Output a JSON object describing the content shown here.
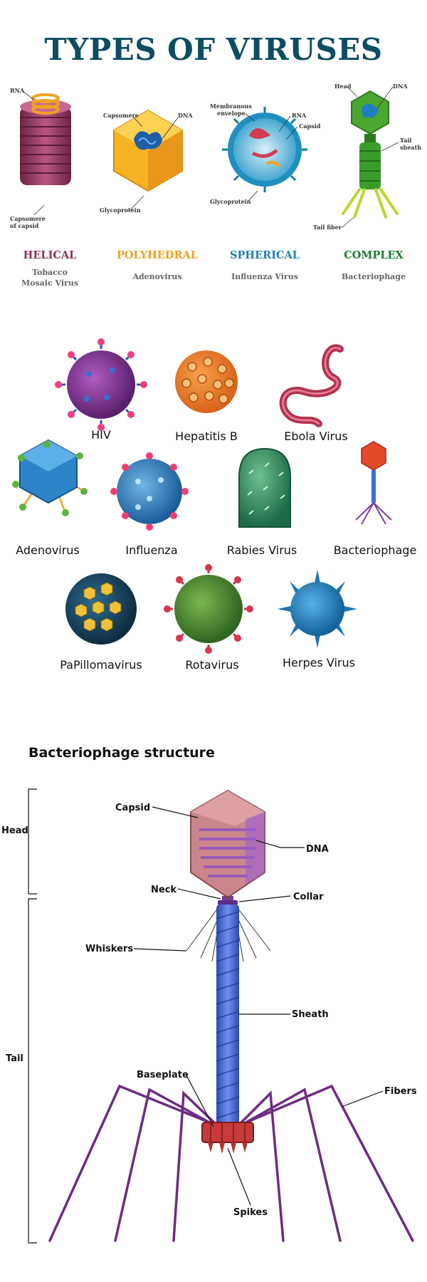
{
  "title": "TYPES OF VIRUSES",
  "types": [
    {
      "name": "HELICAL",
      "color": "#8a2f5c",
      "example": [
        "Tobacco",
        "Mosaic Virus"
      ],
      "labels": [
        "RNA",
        "Capsomere",
        "of capsid"
      ]
    },
    {
      "name": "POLYHEDRAL",
      "color": "#f0a020",
      "example": [
        "Adenovirus"
      ],
      "labels": [
        "Capsomere",
        "DNA",
        "Glycoprotein"
      ]
    },
    {
      "name": "SPHERICAL",
      "color": "#1e7fb0",
      "example": [
        "Influenza Virus"
      ],
      "labels": [
        "Membranous",
        "envelope",
        "RNA",
        "Capsid",
        "Glycoprotein"
      ]
    },
    {
      "name": "COMPLEX",
      "color": "#1a7a2e",
      "example": [
        "Bacteriophage"
      ],
      "labels": [
        "Head",
        "DNA",
        "Tail",
        "sheath",
        "Tail fiber"
      ]
    }
  ],
  "gallery": [
    "HIV",
    "Hepatitis B",
    "Ebola  Virus",
    "Adenovirus",
    "Influenza",
    "Rabies Virus",
    "Bacteriophage",
    "PaPillomavirus",
    "Rotavirus",
    "Herpes Virus"
  ],
  "structure": {
    "title": "Bacteriophage structure",
    "head": "Head",
    "tail": "Tail",
    "labels": {
      "capsid": "Capsid",
      "dna": "DNA",
      "neck": "Neck",
      "collar": "Collar",
      "whiskers": "Whiskers",
      "sheath": "Sheath",
      "baseplate": "Baseplate",
      "fibers": "Fibers",
      "spikes": "Spikes"
    }
  }
}
